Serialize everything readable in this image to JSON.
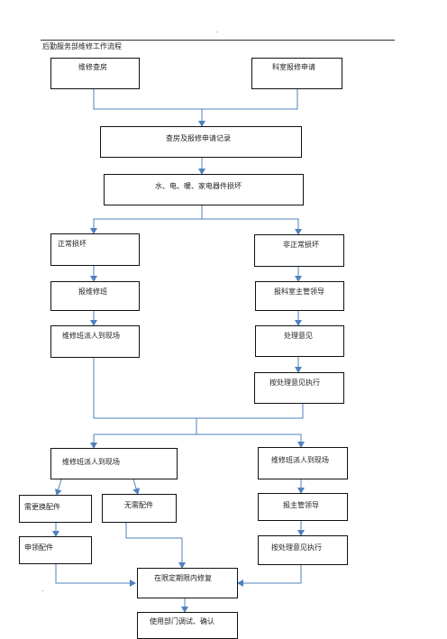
{
  "header": {
    "top_mark": "-",
    "title": "后勤服务部维修工作流程",
    "footer_mark": "-"
  },
  "nodes": {
    "inspection": "维修查房",
    "dept_request": "科室报修申请",
    "record": "查房及报修申请记录",
    "damage": "水、电、暖、家电器件损坏",
    "normal": "正常损坏",
    "abnormal": "非正常损坏",
    "report_team": "报维修班",
    "report_supervisor": "报科室主管领导",
    "dispatch_left": "维修班派人到现场",
    "opinion": "处理意见",
    "execute_opinion": "按处理意见执行",
    "dispatch_mid": "维修班派人到现场",
    "dispatch_right": "维修班派人到现场",
    "need_parts": "需更换配件",
    "no_parts": "无需配件",
    "report_leader": "报主管领导",
    "requisition": "申领配件",
    "execute_opinion_2": "按处理意见执行",
    "repair_deadline": "在限定期限内修复",
    "debug_confirm": "使用部门调试、确认"
  },
  "colors": {
    "connector": "#4f81bd",
    "box_border": "#111111"
  }
}
